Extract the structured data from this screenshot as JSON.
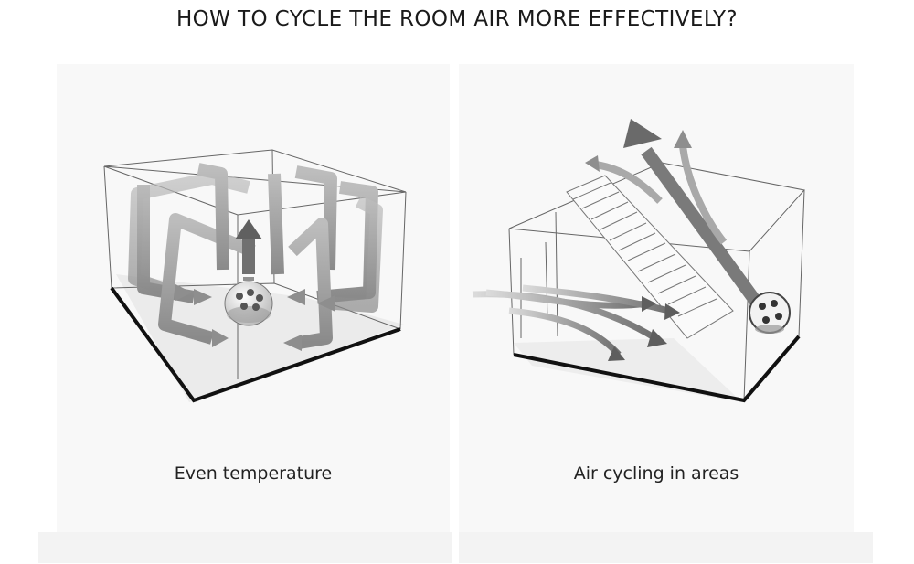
{
  "title": "HOW TO CYCLE THE ROOM AIR MORE EFFECTIVELY?",
  "panels": [
    {
      "caption": "Even temperature"
    },
    {
      "caption": "Air cycling in areas"
    }
  ]
}
